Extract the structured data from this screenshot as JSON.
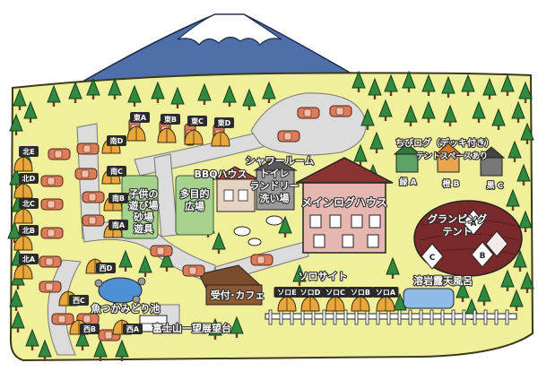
{
  "map": {
    "tent_sites": {
      "east": [
        "東A",
        "東B",
        "東C",
        "東D"
      ],
      "south": [
        "南D",
        "南C",
        "南B",
        "南A"
      ],
      "north": [
        "北E",
        "北D",
        "北C",
        "北B",
        "北A"
      ],
      "west": [
        "西D",
        "西C",
        "西B",
        "西A"
      ]
    },
    "facilities": {
      "kids_area": [
        "子供の",
        "遊び場",
        "砂場",
        "遊具"
      ],
      "multi_purpose": [
        "多目的",
        "広場"
      ],
      "bbq": "BBQハウス",
      "shower": "シャワールーム",
      "toilet": "トイレ",
      "laundry": "ランドリー",
      "washroom": "洗い場",
      "main_house": "メインログハウス",
      "reception": "受付･カフェ",
      "fish_pond": "魚つかみどり池",
      "fuji_deck": "富士山一望展望台",
      "glamping": [
        "グランピング",
        "テント"
      ],
      "glamping_tents": [
        "A",
        "B",
        "C"
      ],
      "onsen": "溶岩露天風呂"
    },
    "small_cabins": {
      "title": "ちびログ（デッキ付き）",
      "subtitle": "テントスペースあり",
      "labels": [
        "緑 A",
        "橙 B",
        "黒 C"
      ]
    },
    "solo": {
      "title": "ソロサイト",
      "sites": [
        "ソロE",
        "ソロD",
        "ソロC",
        "ソロB",
        "ソロA"
      ]
    },
    "colors": {
      "grass": "#f0ef9c",
      "road": "#dcdcdc",
      "tent": "#e9a73b",
      "car": "#dd7c5a",
      "tree": "#2f8a3f",
      "log": "#8b3333",
      "glamping_field": "#7a2a2a"
    }
  }
}
